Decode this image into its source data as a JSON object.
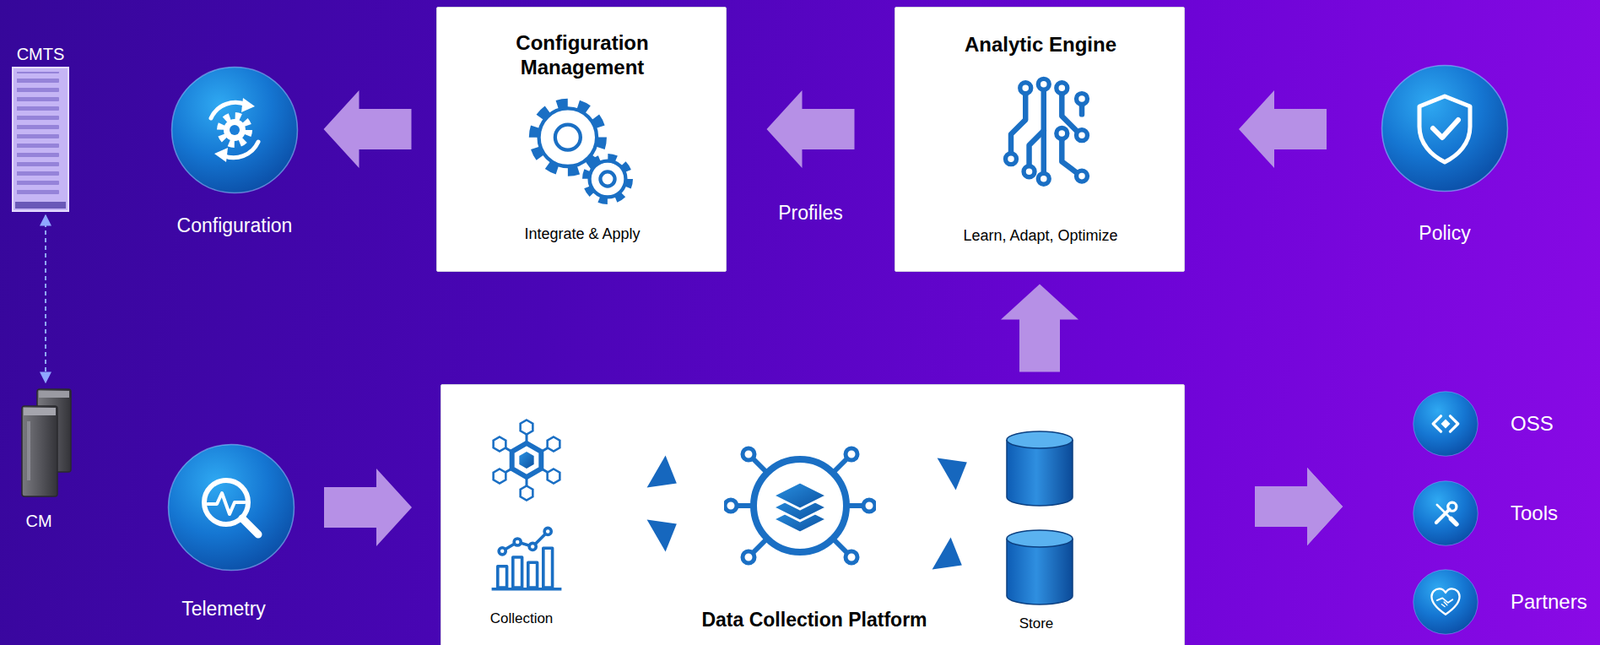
{
  "diagram": {
    "nodes": [
      {
        "text": [
          "CMTS"
        ]
      },
      {
        "text": [
          "Configuration"
        ]
      },
      {
        "text": [
          "Configuration Management",
          "Integrate & Apply"
        ]
      },
      {
        "text": [
          "Analytic Engine",
          "Learn, Adapt, Optimize"
        ]
      },
      {
        "text": [
          "Policy"
        ]
      },
      {
        "text": [
          "CM"
        ]
      },
      {
        "text": [
          "Telemetry"
        ]
      },
      {
        "text": [
          "Collection",
          "Data Collection Platform",
          "Store"
        ]
      },
      {
        "text": [
          "OSS"
        ]
      },
      {
        "text": [
          "Tools"
        ]
      },
      {
        "text": [
          "Partners"
        ]
      }
    ],
    "edges": [
      {
        "from": 2,
        "to": 1,
        "arrow": "to"
      },
      {
        "from": 3,
        "to": 2,
        "label": "Profiles",
        "arrow": "to"
      },
      {
        "from": 4,
        "to": 3,
        "arrow": "to"
      },
      {
        "from": 6,
        "to": 7,
        "arrow": "to"
      },
      {
        "from": 7,
        "to": 3,
        "arrow": "to"
      },
      {
        "from": 7,
        "to": 8,
        "arrow": "to"
      },
      {
        "from": 7,
        "to": 9,
        "arrow": "to"
      },
      {
        "from": 7,
        "to": 10,
        "arrow": "to"
      },
      {
        "from": 0,
        "to": 5,
        "arrow": "both"
      }
    ]
  }
}
